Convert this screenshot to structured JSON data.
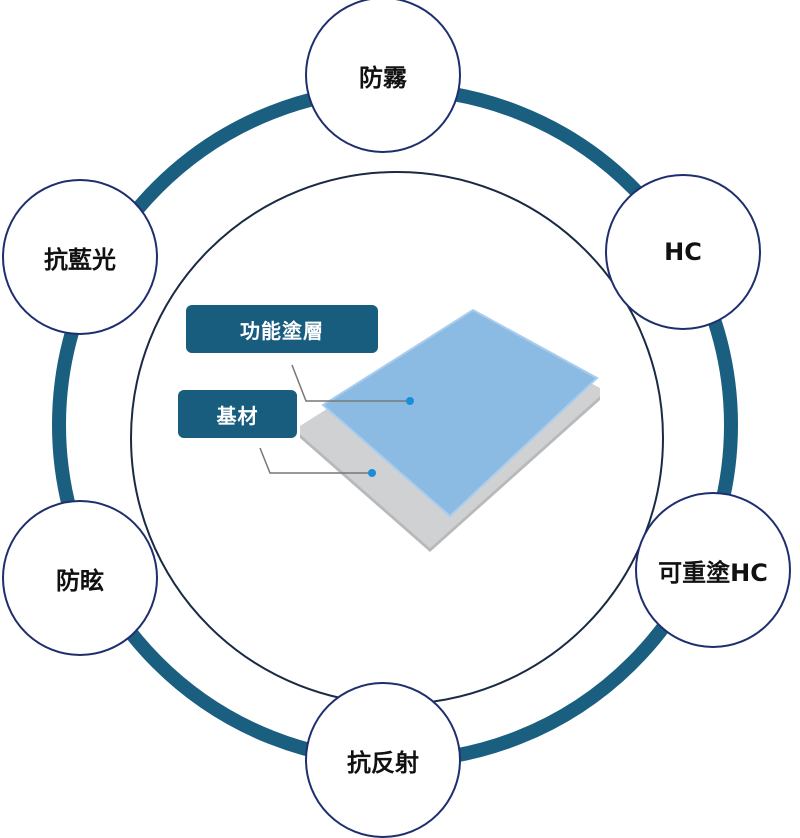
{
  "nodes": [
    "防霧",
    "HC",
    "可重塗HC",
    "抗反射",
    "防眩",
    "抗藍光"
  ],
  "center": {
    "coating_label": "功能塗層",
    "substrate_label": "基材"
  },
  "colors": {
    "ring": "#1a5e80",
    "inner_circle": "#1a2a44",
    "node_border": "#1f2f6e",
    "tag_fill": "#185c7e",
    "coating": "#8bbbe2",
    "substrate": "#d0d1d3",
    "dot": "#1a8fd8"
  }
}
